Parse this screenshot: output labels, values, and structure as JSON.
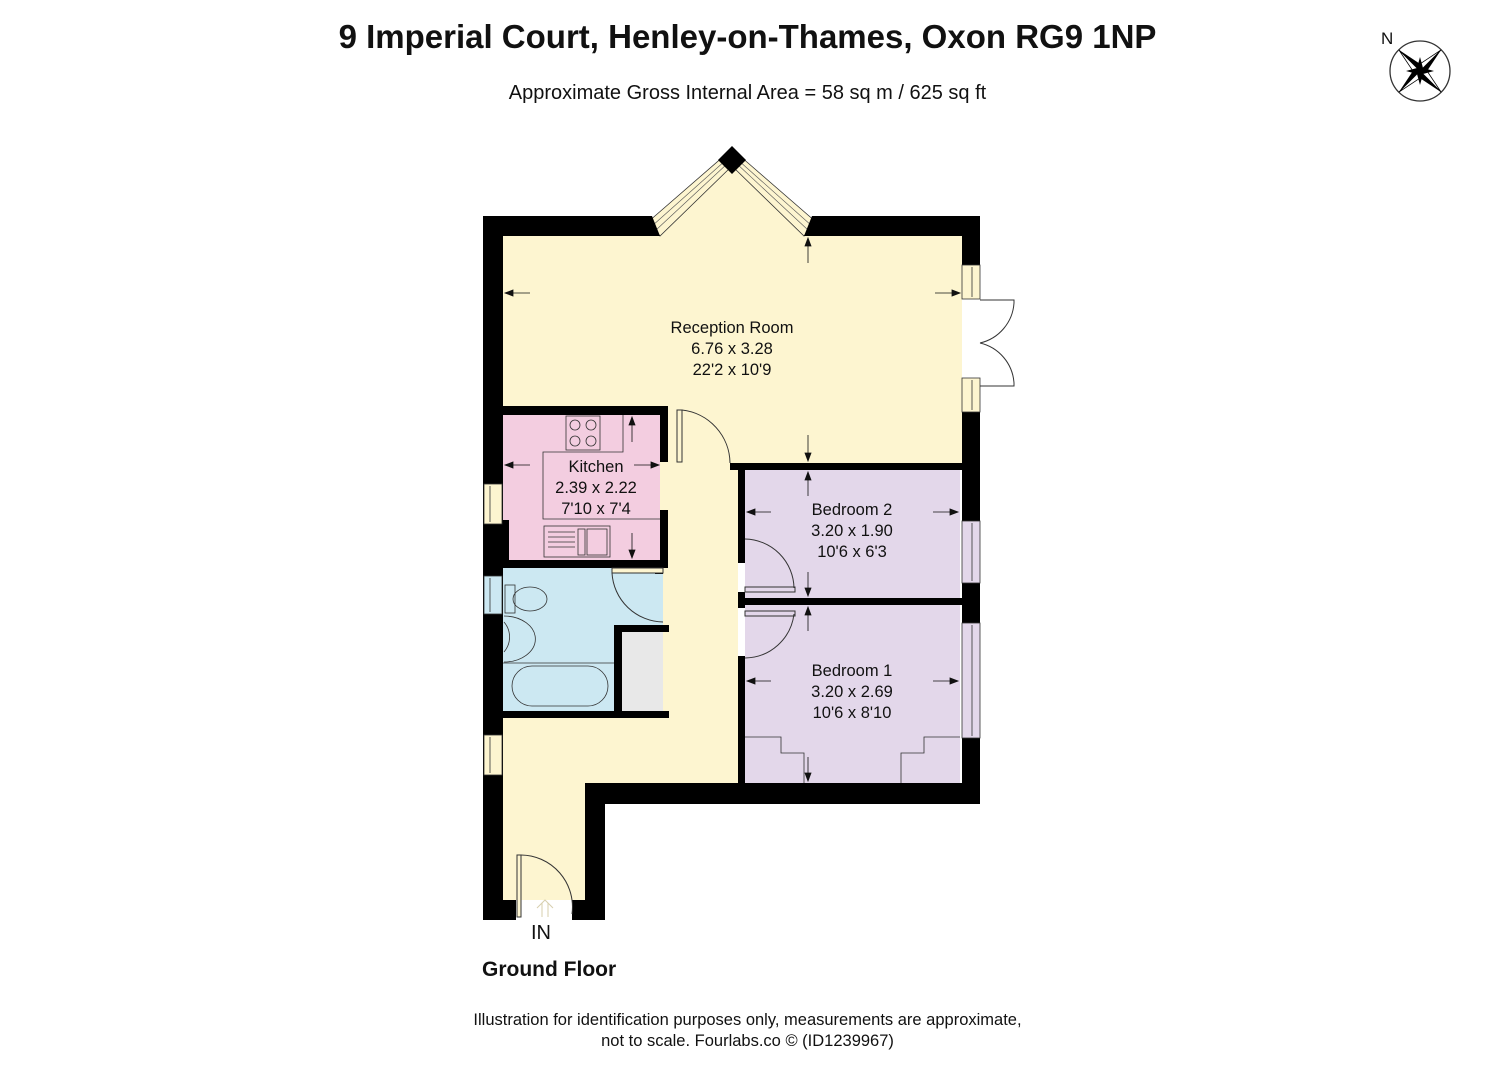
{
  "header": {
    "title": "9 Imperial Court, Henley-on-Thames, Oxon RG9 1NP",
    "area": "Approximate Gross Internal Area = 58 sq m / 625 sq ft"
  },
  "compass": {
    "label": "N",
    "icon": "compass-rose-icon"
  },
  "floor_label": "Ground Floor",
  "entrance_label": "IN",
  "colors": {
    "wall": "#000000",
    "reception_hall": "#fdf5d0",
    "kitchen": "#f3cde0",
    "bathroom": "#cce8f2",
    "bedroom": "#e3d7ea",
    "cupboard": "#e8e8e8"
  },
  "rooms": [
    {
      "name": "Reception Room",
      "metric": "6.76 x 3.28",
      "imperial": "22'2 x 10'9"
    },
    {
      "name": "Kitchen",
      "metric": "2.39 x 2.22",
      "imperial": "7'10 x 7'4"
    },
    {
      "name": "Bedroom 2",
      "metric": "3.20 x 1.90",
      "imperial": "10'6 x 6'3"
    },
    {
      "name": "Bedroom 1",
      "metric": "3.20 x 2.69",
      "imperial": "10'6 x 8'10"
    }
  ],
  "footer": {
    "line1": "Illustration for identification purposes only, measurements are approximate,",
    "line2": "not to scale. Fourlabs.co © (ID1239967)"
  }
}
